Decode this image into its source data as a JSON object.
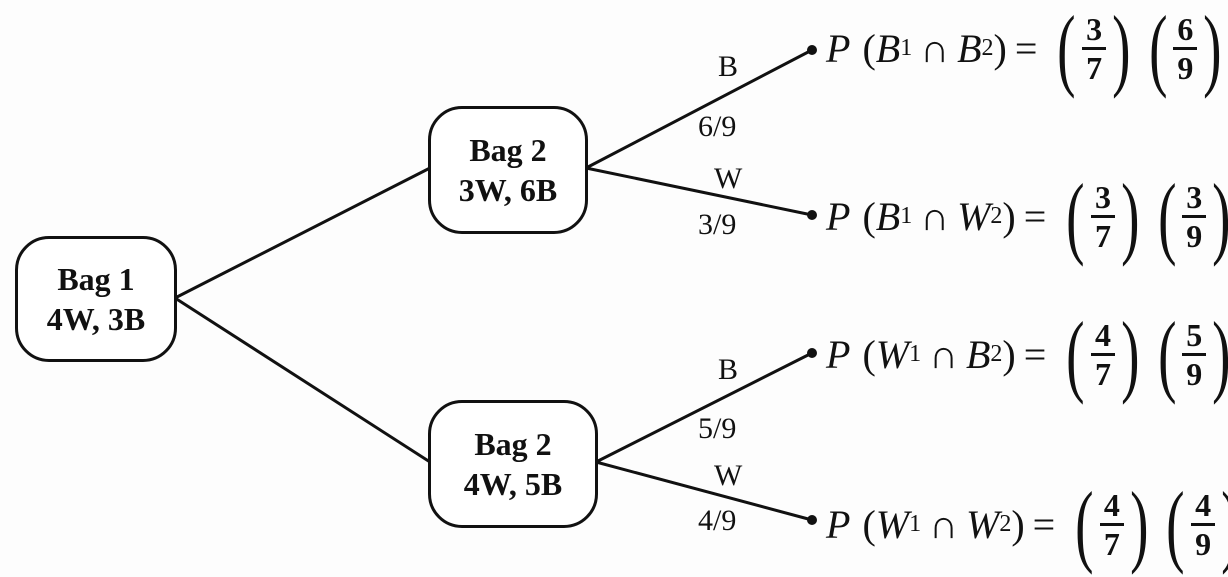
{
  "nodes": {
    "bag1": {
      "title": "Bag 1",
      "contents": "4W, 3B"
    },
    "bag2_top": {
      "title": "Bag 2",
      "contents": "3W, 6B"
    },
    "bag2_bottom": {
      "title": "Bag 2",
      "contents": "4W, 5B"
    }
  },
  "branches": {
    "top_b": {
      "color": "B",
      "prob": "6/9"
    },
    "top_w": {
      "color": "W",
      "prob": "3/9"
    },
    "bot_b": {
      "color": "B",
      "prob": "5/9"
    },
    "bot_w": {
      "color": "W",
      "prob": "4/9"
    }
  },
  "outcomes": [
    {
      "first": "B",
      "first_sub": "1",
      "second": "B",
      "second_sub": "2",
      "f1_num": "3",
      "f1_den": "7",
      "f2_num": "6",
      "f2_den": "9"
    },
    {
      "first": "B",
      "first_sub": "1",
      "second": "W",
      "second_sub": "2",
      "f1_num": "3",
      "f1_den": "7",
      "f2_num": "3",
      "f2_den": "9"
    },
    {
      "first": "W",
      "first_sub": "1",
      "second": "B",
      "second_sub": "2",
      "f1_num": "4",
      "f1_den": "7",
      "f2_num": "5",
      "f2_den": "9"
    },
    {
      "first": "W",
      "first_sub": "1",
      "second": "W",
      "second_sub": "2",
      "f1_num": "4",
      "f1_den": "7",
      "f2_num": "4",
      "f2_den": "9"
    }
  ],
  "symbols": {
    "prob": "P",
    "intersect": "∩",
    "equals": "=",
    "lparen": "(",
    "rparen": ")"
  }
}
